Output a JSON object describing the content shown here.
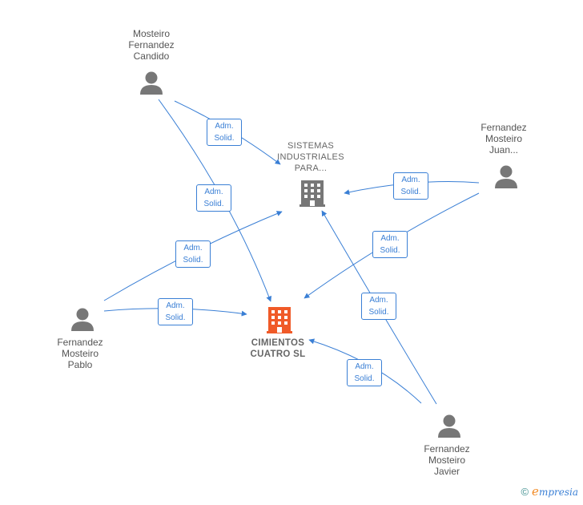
{
  "people": [
    {
      "id": "candido",
      "lines": [
        "Mosteiro",
        "Fernandez",
        "Candido"
      ]
    },
    {
      "id": "juan",
      "lines": [
        "Fernandez",
        "Mosteiro",
        "Juan..."
      ]
    },
    {
      "id": "pablo",
      "lines": [
        "Fernandez",
        "Mosteiro",
        "Pablo"
      ]
    },
    {
      "id": "javier",
      "lines": [
        "Fernandez",
        "Mosteiro",
        "Javier"
      ]
    }
  ],
  "companies": [
    {
      "id": "sistemas",
      "lines": [
        "SISTEMAS",
        "INDUSTRIALES",
        "PARA..."
      ],
      "color": "#777777"
    },
    {
      "id": "cimientos",
      "lines": [
        "CIMIENTOS",
        "CUATRO SL"
      ],
      "color": "#f05a28"
    }
  ],
  "relations": [
    {
      "from": "candido",
      "to": "sistemas",
      "lines": [
        "Adm.",
        "Solid."
      ]
    },
    {
      "from": "candido",
      "to": "cimientos",
      "lines": [
        "Adm.",
        "Solid."
      ]
    },
    {
      "from": "juan",
      "to": "sistemas",
      "lines": [
        "Adm.",
        "Solid."
      ]
    },
    {
      "from": "juan",
      "to": "cimientos",
      "lines": [
        "Adm.",
        "Solid."
      ]
    },
    {
      "from": "pablo",
      "to": "sistemas",
      "lines": [
        "Adm.",
        "Solid."
      ]
    },
    {
      "from": "pablo",
      "to": "cimientos",
      "lines": [
        "Adm.",
        "Solid."
      ]
    },
    {
      "from": "javier",
      "to": "sistemas",
      "lines": [
        "Adm.",
        "Solid."
      ]
    },
    {
      "from": "javier",
      "to": "cimientos",
      "lines": [
        "Adm.",
        "Solid."
      ]
    }
  ],
  "colors": {
    "edge": "#3a7fd5",
    "person": "#777777"
  },
  "footer": {
    "copyright": "©",
    "brand_e": "e",
    "brand_rest": "mpresia"
  }
}
